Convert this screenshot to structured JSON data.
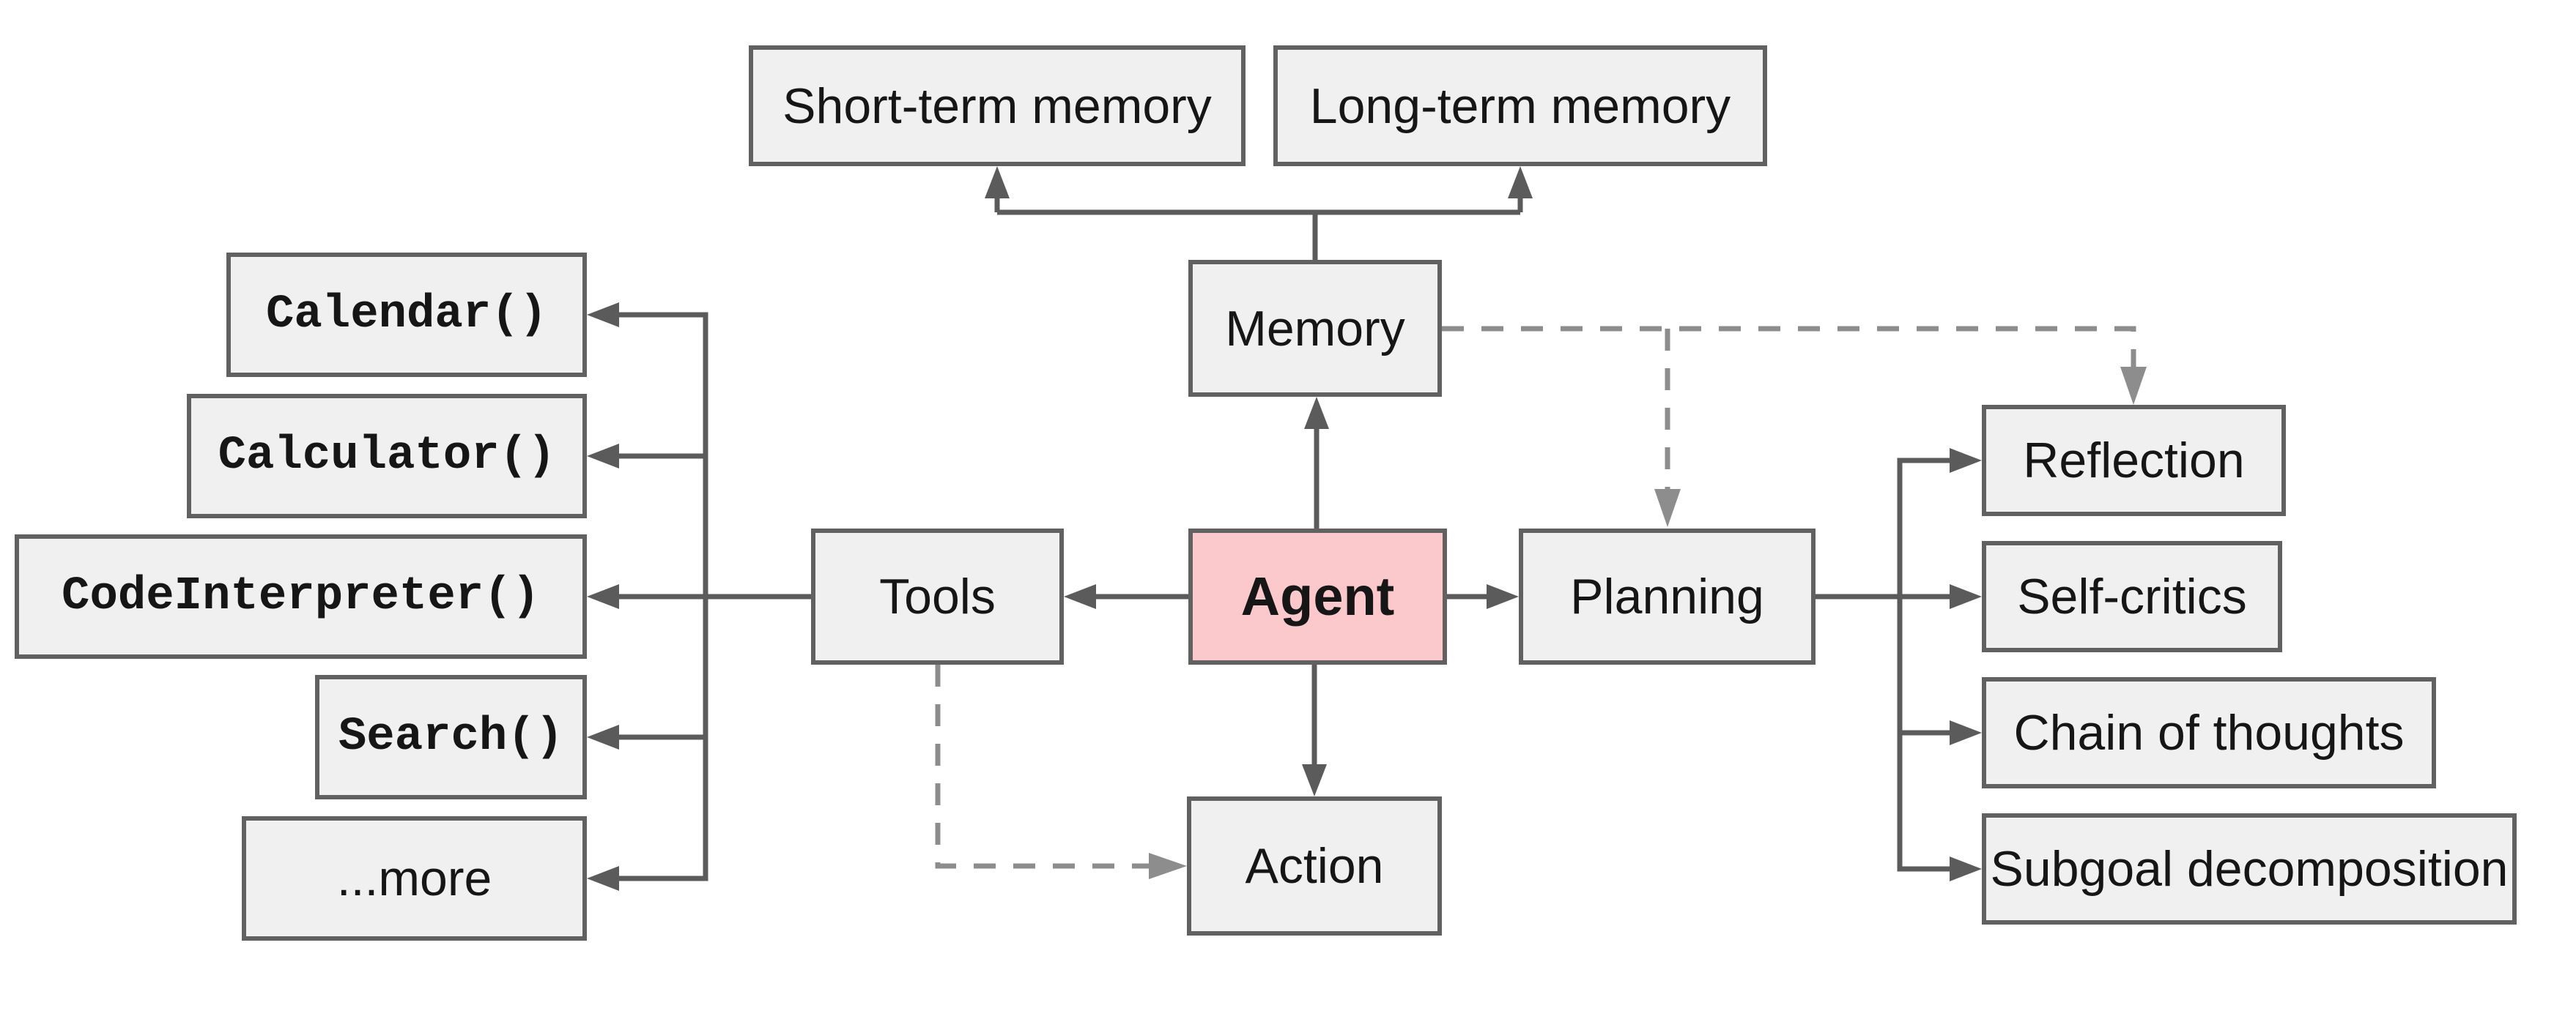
{
  "nodes": {
    "short_term_memory": {
      "label": "Short-term memory"
    },
    "long_term_memory": {
      "label": "Long-term memory"
    },
    "memory": {
      "label": "Memory"
    },
    "tools": {
      "label": "Tools"
    },
    "agent": {
      "label": "Agent"
    },
    "planning": {
      "label": "Planning"
    },
    "action": {
      "label": "Action"
    },
    "calendar": {
      "label": "Calendar()"
    },
    "calculator": {
      "label": "Calculator()"
    },
    "code_interpreter": {
      "label": "CodeInterpreter()"
    },
    "search": {
      "label": "Search()"
    },
    "more": {
      "label": "...more"
    },
    "reflection": {
      "label": "Reflection"
    },
    "self_critics": {
      "label": "Self-critics"
    },
    "chain_of_thoughts": {
      "label": "Chain of thoughts"
    },
    "subgoal_decomposition": {
      "label": "Subgoal decomposition"
    }
  },
  "colors": {
    "background": "#ffffff",
    "node_fill": "#f0f0f0",
    "node_border": "#616161",
    "agent_fill": "#fbc9cb",
    "text": "#161616",
    "solid_edge": "#5b5b5b",
    "dashed_edge": "#8d8d8d"
  }
}
